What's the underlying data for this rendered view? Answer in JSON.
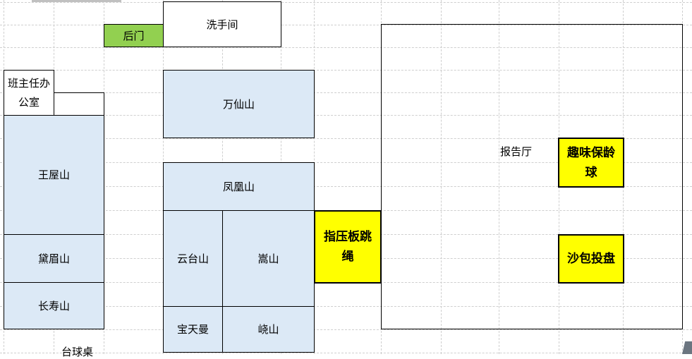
{
  "sheet": {
    "grid_cols_x": [
      5,
      76,
      147,
      231,
      315,
      398,
      445,
      540,
      625,
      707,
      792,
      883,
      967
    ],
    "grid_rows_y": [
      3,
      35,
      67,
      99,
      131,
      163,
      196,
      230,
      264,
      298,
      332,
      366,
      400,
      434,
      467,
      500
    ]
  },
  "rooms": {
    "back_door": "后门",
    "restroom": "洗手间",
    "head_teacher_office": "班主任办公室",
    "wanxian": "万仙山",
    "wangwu": "王屋山",
    "fenghuang": "凤凰山",
    "daimei": "黛眉山",
    "changshou": "长寿山",
    "yuntai": "云台山",
    "song": "嵩山",
    "baotianman": "宝天曼",
    "yao": "峣山",
    "billiards": "台球桌",
    "auditorium": "报告厅"
  },
  "activities": {
    "acupressure_rope": "指压板跳绳",
    "bowling": "趣味保龄球",
    "sandbag": "沙包投盘"
  },
  "colors": {
    "mountain_fill": "#dce9f6",
    "door_fill": "#92d050",
    "activity_fill": "#ffff00",
    "grid": "#cfcfcf"
  }
}
